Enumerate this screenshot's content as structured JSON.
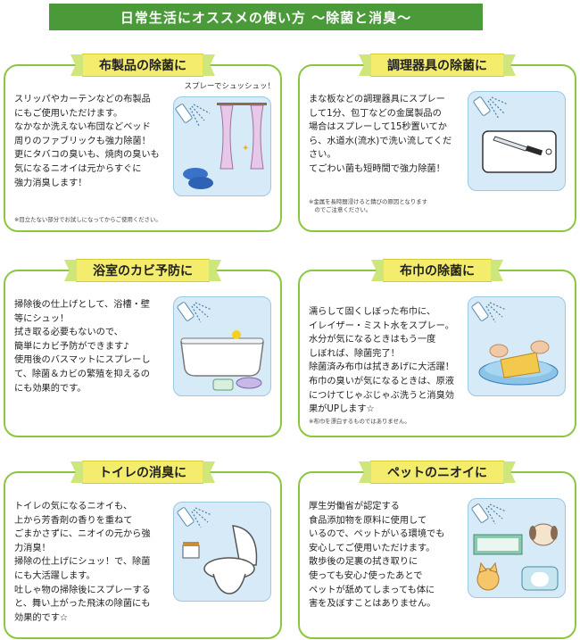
{
  "banner": {
    "title": "日常生活にオススメの使い方 ～除菌と消臭～"
  },
  "cards": [
    {
      "title": "布製品の除菌に",
      "body": "スリッパやカーテンなどの布製品\nにもご使用いただけます。\nなかなか洗えない布団などベッド\n周りのファブリックも強力除菌！\n更にタバコの臭いも、焼肉の臭いも\n気になるニオイは元からすぐに\n強力消臭します！",
      "note": "※目立たない部分でお試しになってからご使用ください。",
      "spray_caption": "スプレーでシュッシュッ！"
    },
    {
      "title": "調理器具の除菌に",
      "body": "まな板などの調理器具にスプレー\nして1分、包丁などの金属製品の\n場合はスプレーして15秒置いてか\nら、水道水(流水)で洗い流してくだ\nさい。\nてごわい菌も短時間で強力除菌！",
      "note": "※金属を長時間浸けると錆びの原因となります\n　のでご注意ください。"
    },
    {
      "title": "浴室のカビ予防に",
      "body": "掃除後の仕上げとして、浴槽・壁\n等にシュッ！\n拭き取る必要もないので、\n簡単にカビ予防ができます♪\n使用後のバスマットにスプレーし\nて、除菌＆カビの繁殖を抑えるの\nにも効果的です。",
      "note": ""
    },
    {
      "title": "布巾の除菌に",
      "body": "濡らして固くしぼった布巾に、\nイレイザー・ミスト水をスプレー。\n水分が気になるときはもう一度\nしぼれば、除菌完了！\n除菌済み布巾は拭きあげに大活躍！\n布巾の臭いが気になるときは、原液\nにつけてじゃぶじゃぶ洗うと消臭効\n果がUPします☆",
      "note": "※布巾を漂白するものではありません。"
    },
    {
      "title": "トイレの消臭に",
      "body": "トイレの気になるニオイも、\n上から芳香剤の香りを重ねて\nごまかさずに、ニオイの元から強\n力消臭！\n掃除の仕上げにシュッ！で、除菌\nにも大活躍します。\n吐しゃ物の掃除後にスプレーする\nと、舞い上がった飛沫の除菌にも\n効果的です☆",
      "note": ""
    },
    {
      "title": "ペットのニオイに",
      "body": "厚生労働省が認定する\n食品添加物を原料に使用して\nいるので、ペットがいる環境でも\n安心してご使用いただけます。\n散歩後の足裏の拭き取りに\n使っても安心♪使ったあとで\nペットが舐めてしまっても体に\n害を及ぼすことはありません。",
      "note": ""
    }
  ]
}
